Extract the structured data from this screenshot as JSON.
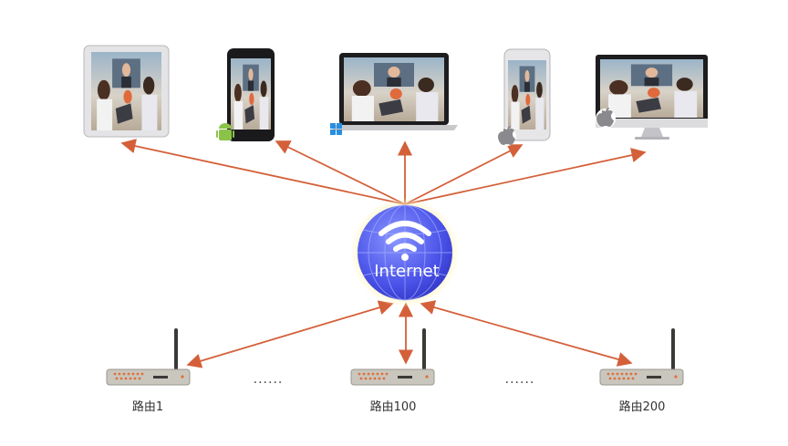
{
  "hub": {
    "label": "Internet"
  },
  "devices": [
    {
      "type": "tablet",
      "os_icon": ""
    },
    {
      "type": "phone",
      "os_icon": "android-icon"
    },
    {
      "type": "laptop",
      "os_icon": "windows-icon"
    },
    {
      "type": "phone",
      "os_icon": "apple-icon"
    },
    {
      "type": "monitor",
      "os_icon": "apple-icon"
    }
  ],
  "routers": [
    {
      "label": "路由1"
    },
    {
      "label": "路由100"
    },
    {
      "label": "路由200"
    }
  ],
  "ellipsis": "......",
  "colors": {
    "arrow": "#d4603a",
    "globe_light": "#7f8cff",
    "globe_dark": "#3a3fd6",
    "glow": "#fff3b0",
    "router_body": "#c9c6be",
    "router_leds": "#e0703a"
  }
}
